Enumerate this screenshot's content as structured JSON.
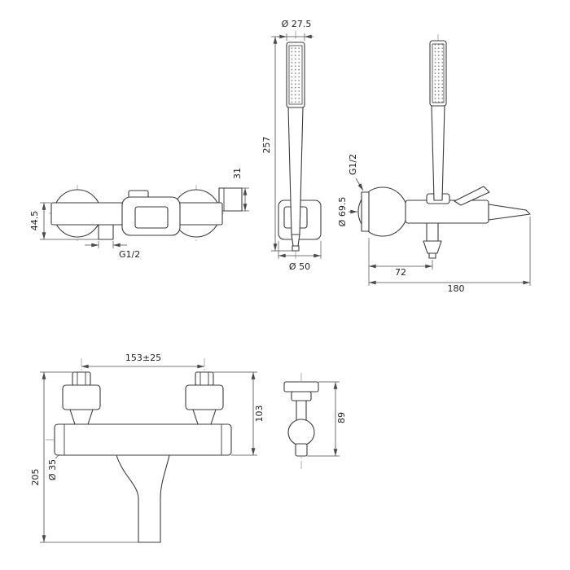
{
  "drawing": {
    "bg": "#ffffff",
    "line_color": "#3b3b3b",
    "views": {
      "shower_mixer_front": {
        "dim_height": "44.5",
        "dim_outlet_thread": "G1/2",
        "dim_bracket_height": "31"
      },
      "handshower_front": {
        "dim_head_diameter": "Ø 27.5",
        "dim_length": "257",
        "dim_holder_diameter": "Ø 50"
      },
      "mixer_side": {
        "dim_outlet_thread": "G1/2",
        "dim_escutcheon_diameter": "Ø 69.5",
        "dim_outlet_offset": "72",
        "dim_depth": "180"
      },
      "bath_mixer_front": {
        "dim_valve_centers": "153±25",
        "dim_height_total": "205",
        "dim_body_diameter": "Ø 35",
        "dim_body_height": "103"
      },
      "valve_side": {
        "dim_height": "89"
      }
    }
  }
}
